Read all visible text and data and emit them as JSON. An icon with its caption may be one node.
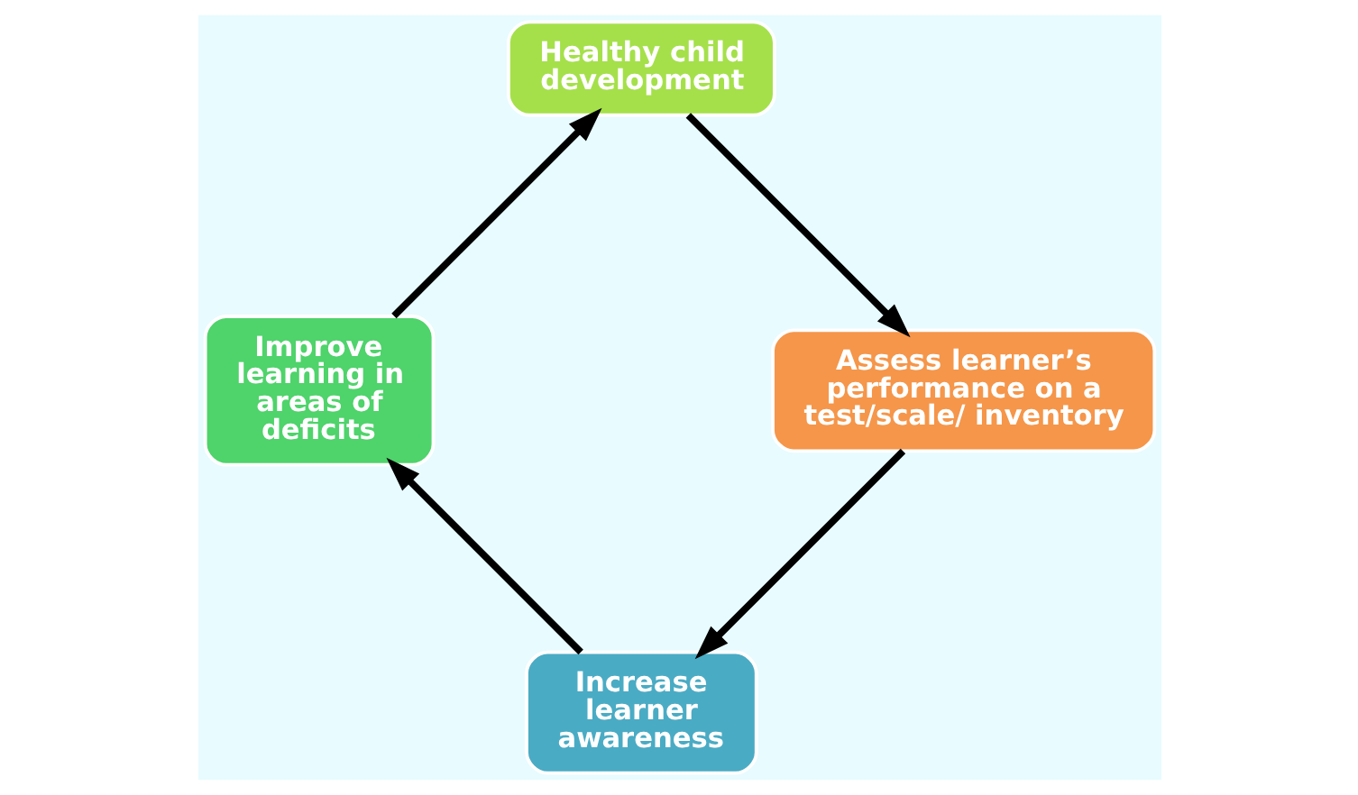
{
  "diagram": {
    "nodes": [
      {
        "text": [
          "Increase learner awareness"
        ]
      },
      {
        "text": [
          "Improve learning in areas of deficits"
        ]
      },
      {
        "text": [
          "Healthy child development"
        ]
      },
      {
        "text": [
          "Assess learner’s performance on a test/scale/ inventory"
        ]
      }
    ],
    "edges": [
      {
        "from": 0,
        "to": 1,
        "arrow": "to"
      },
      {
        "from": 1,
        "to": 2,
        "arrow": "to"
      },
      {
        "from": 2,
        "to": 3,
        "arrow": "to"
      },
      {
        "from": 3,
        "to": 0,
        "arrow": "to"
      }
    ]
  }
}
